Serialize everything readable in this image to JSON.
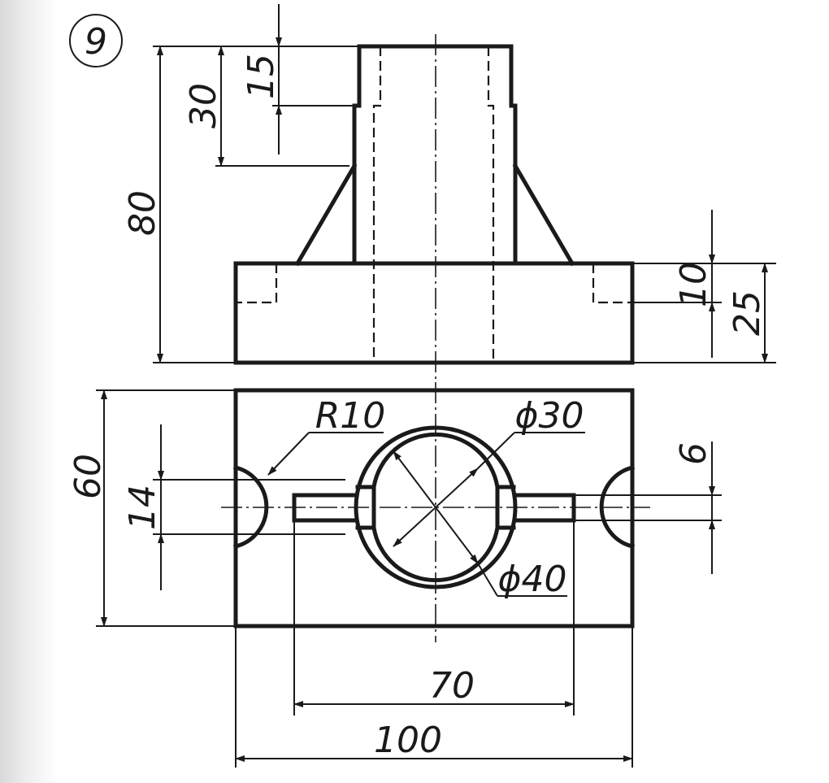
{
  "figure": {
    "number": "9"
  },
  "dimensions": {
    "d80": "80",
    "d30": "30",
    "d15": "15",
    "d10": "10",
    "d25": "25",
    "d60": "60",
    "d14": "14",
    "d6": "6",
    "r10": "R10",
    "phi30": "ϕ30",
    "phi40": "ϕ40",
    "d70": "70",
    "d100": "100"
  }
}
